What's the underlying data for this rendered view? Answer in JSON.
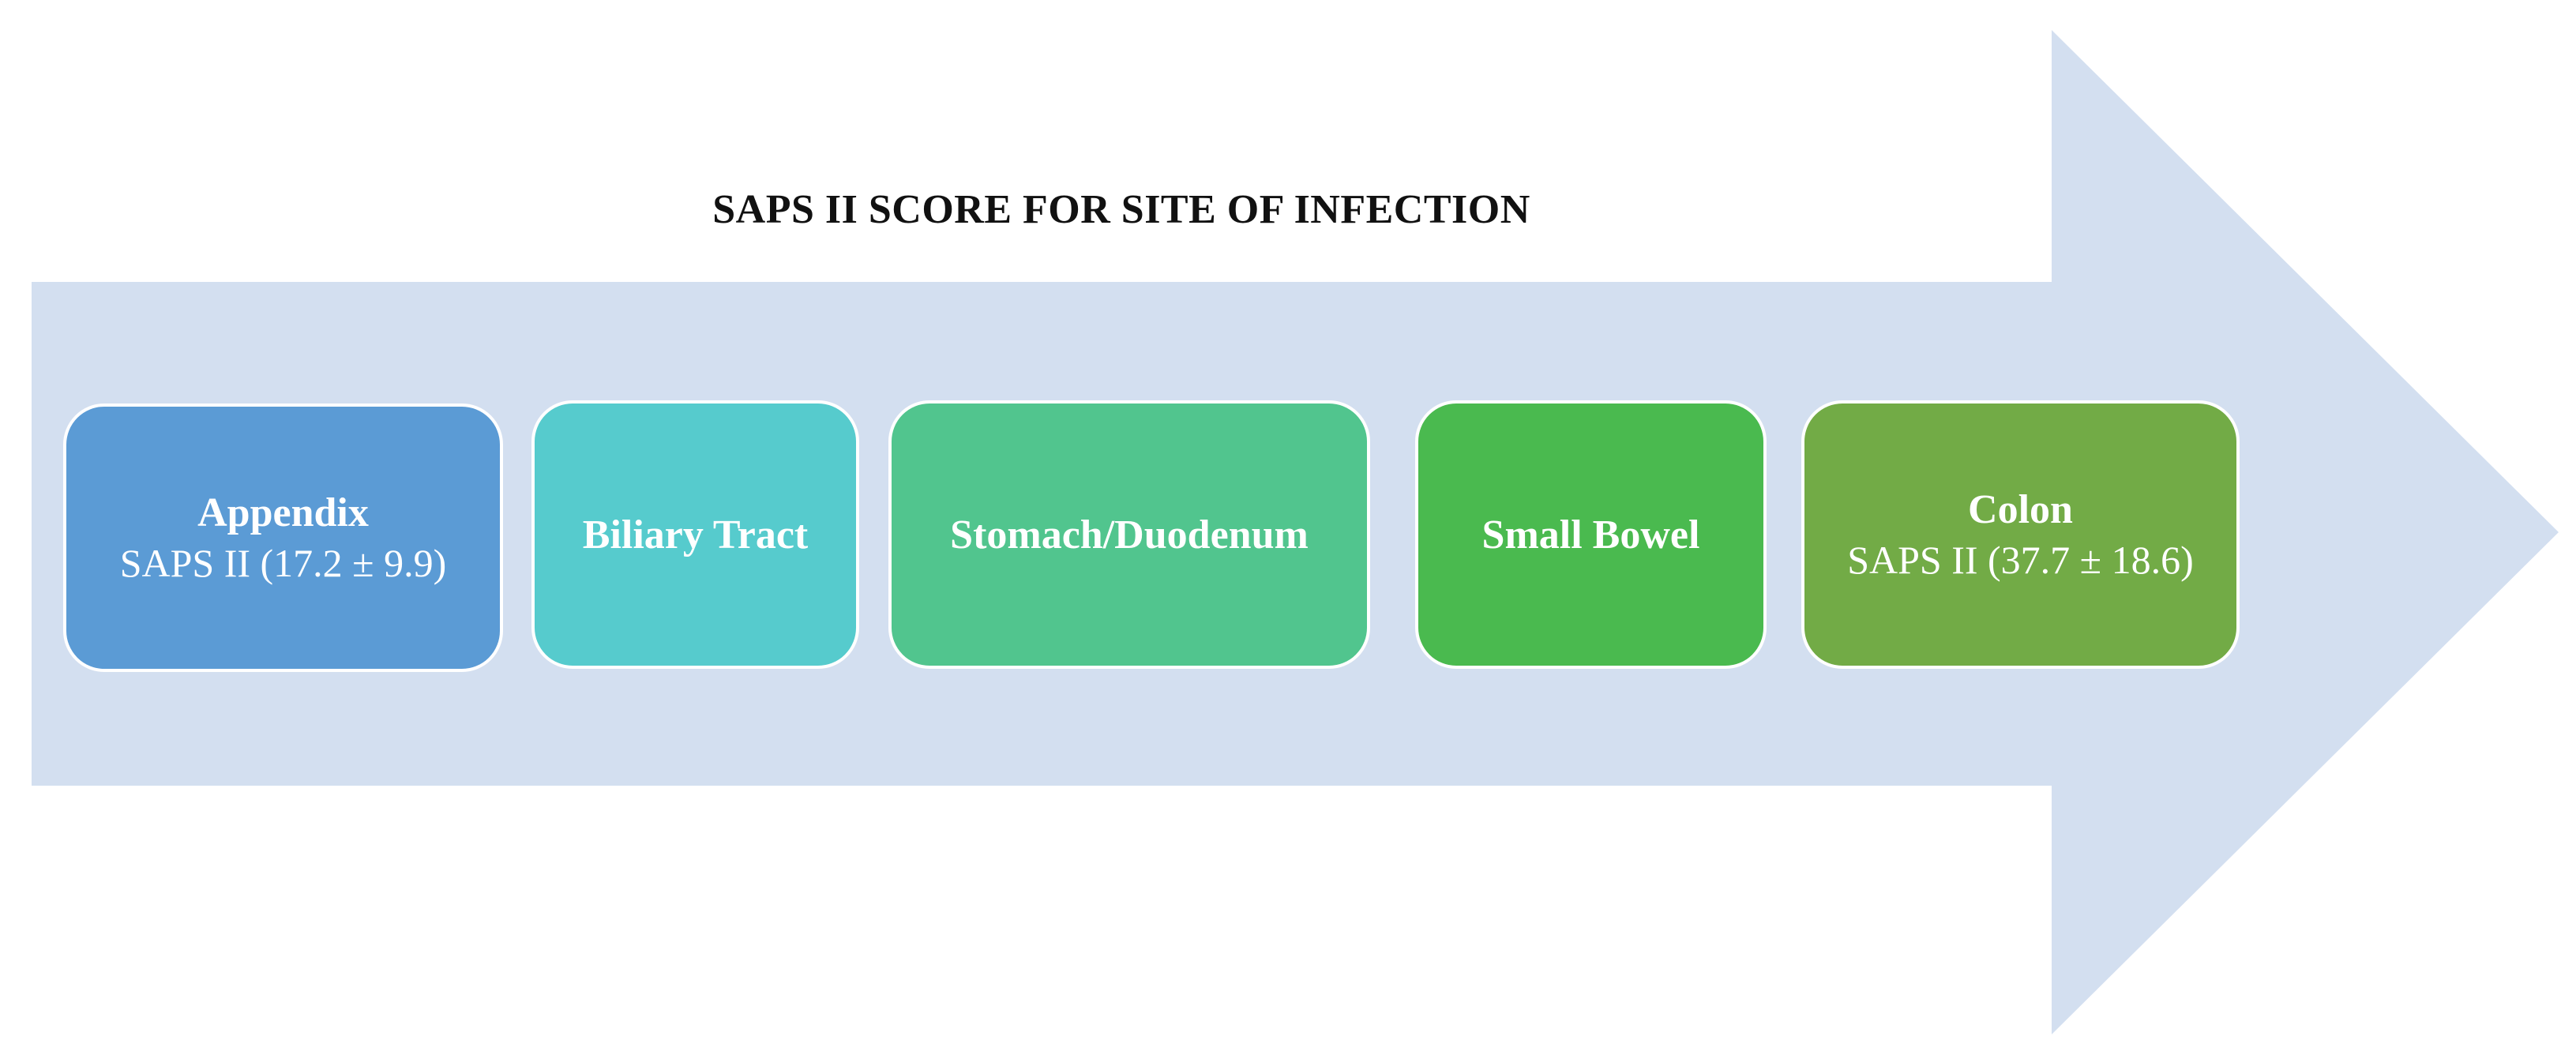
{
  "title": "SAPS II SCORE FOR SITE OF INFECTION",
  "colors": {
    "arrow": "#d3dff0",
    "appendix": "#5b9bd5",
    "biliary_tract": "#56cbcd",
    "stomach_duodenum": "#51c58e",
    "small_bowel": "#4aba4f",
    "colon": "#72ab46"
  },
  "steps": [
    {
      "name": "Appendix",
      "value": "SAPS II (17.2 ± 9.9)"
    },
    {
      "name": "Biliary Tract",
      "value": ""
    },
    {
      "name": "Stomach/Duodenum",
      "value": ""
    },
    {
      "name": "Small Bowel",
      "value": ""
    },
    {
      "name": "Colon",
      "value": "SAPS II (37.7 ± 18.6)"
    }
  ]
}
